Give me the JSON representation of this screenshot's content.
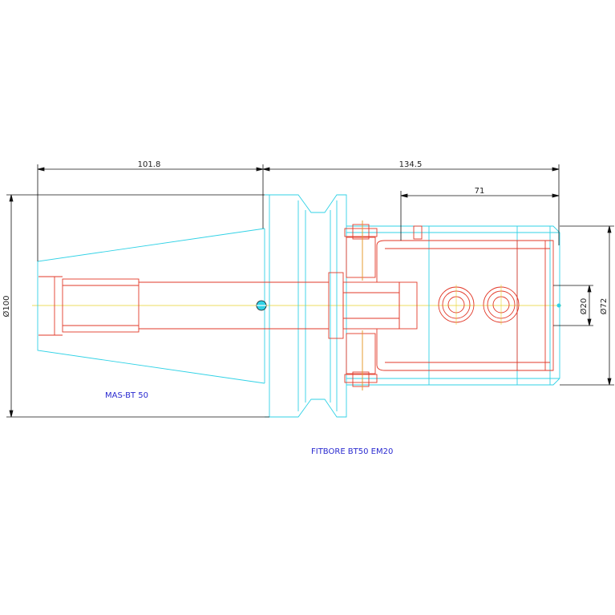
{
  "colors": {
    "outline": "#31d2e6",
    "detail": "#e23a2a",
    "dimension": "#111111",
    "centerline": "#e8d22a",
    "label": "#2a2ad0"
  },
  "dimensions": {
    "shank_length": "101.8",
    "total_length": "134.5",
    "bore_depth": "71",
    "flange_diameter": "Ø100",
    "body_diameter": "Ø72",
    "bore_diameter": "Ø20"
  },
  "labels": {
    "taper_standard": "MAS-BT 50",
    "product_name": "FITBORE BT50 EM20"
  }
}
